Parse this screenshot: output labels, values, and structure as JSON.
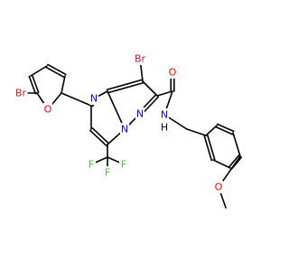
{
  "molecule": {
    "colors": {
      "bond": "#000000",
      "Br": "#a52a2a",
      "O": "#ff0000",
      "N": "#0000ff",
      "F": "#33cc33",
      "C": "#000000"
    },
    "labels": {
      "br_furan": "Br",
      "o_furan": "O",
      "br_core": "Br",
      "n_pyrimidine": "N",
      "n_bridge": "N",
      "n_pyrazole": "N",
      "o_carbonyl": "O",
      "n_amide": "N",
      "h_amide": "H",
      "f_top": "F",
      "f_left": "F",
      "f_right": "F",
      "o_methoxy": "O"
    }
  }
}
